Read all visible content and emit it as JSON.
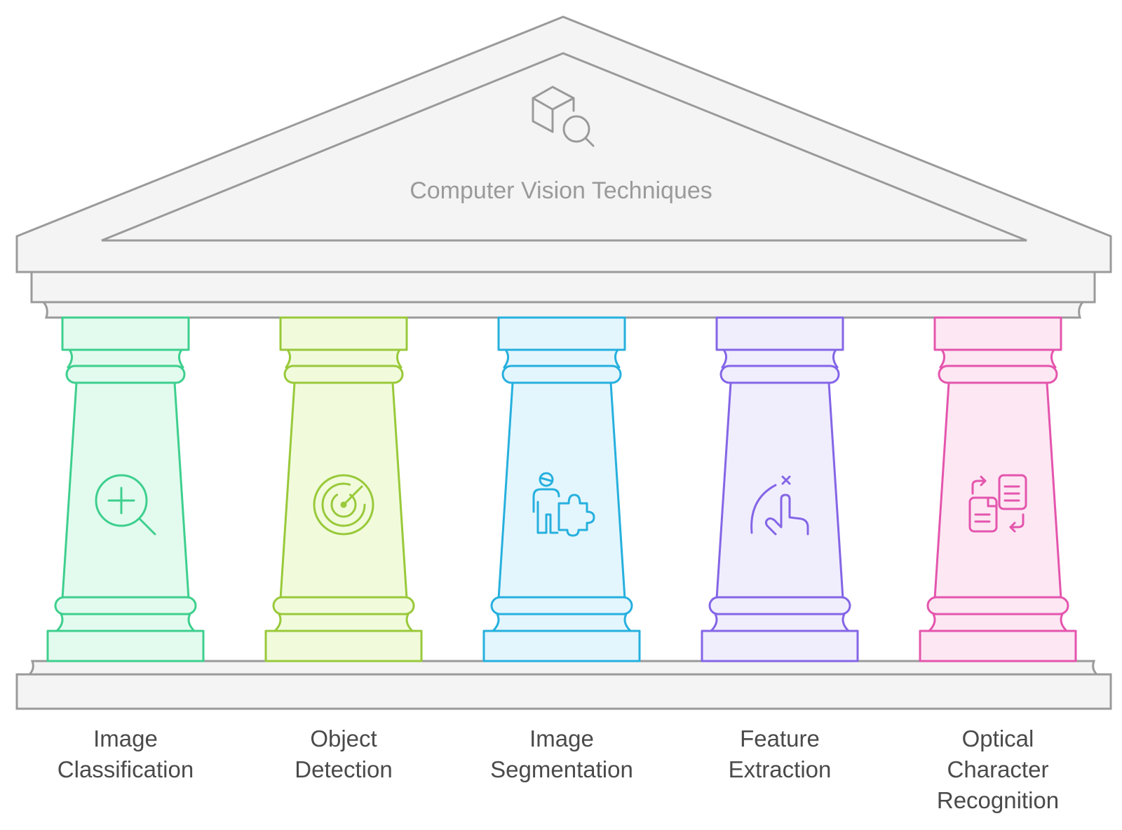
{
  "title": "Computer Vision Techniques",
  "title_icon": "box-search-icon",
  "temple": {
    "stone_fill": "#f4f4f4",
    "stone_stroke": "#9a9a9a",
    "title_color": "#9a9a9a"
  },
  "pillars": [
    {
      "label_lines": [
        "Image",
        "Classification"
      ],
      "icon": "zoom-in-icon",
      "stroke": "#3ecf8e",
      "fill": "#e3fbef"
    },
    {
      "label_lines": [
        "Object",
        "Detection"
      ],
      "icon": "radar-icon",
      "stroke": "#99c93a",
      "fill": "#f1fbdc"
    },
    {
      "label_lines": [
        "Image",
        "Segmentation"
      ],
      "icon": "person-puzzle-icon",
      "stroke": "#26b0de",
      "fill": "#e4f6fd"
    },
    {
      "label_lines": [
        "Feature",
        "Extraction"
      ],
      "icon": "hand-pointer-icon",
      "stroke": "#8465e6",
      "fill": "#f0eefd"
    },
    {
      "label_lines": [
        "Optical",
        "Character",
        "Recognition"
      ],
      "icon": "document-convert-icon",
      "stroke": "#e455ad",
      "fill": "#fde7f3"
    }
  ]
}
